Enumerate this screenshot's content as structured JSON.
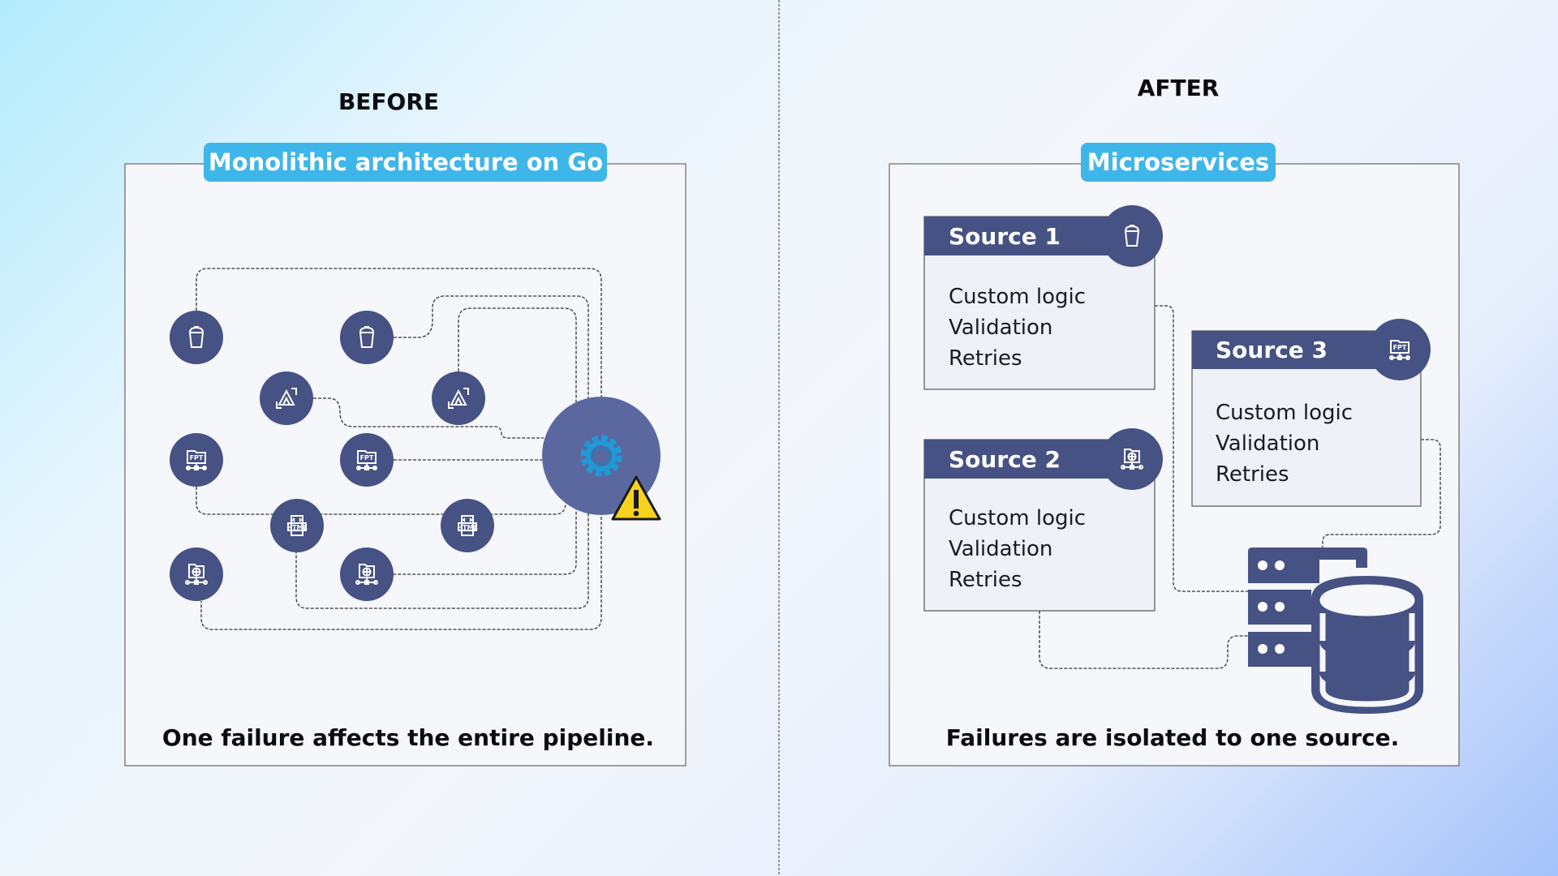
{
  "colors": {
    "navy": "#465283",
    "gear_circle": "#5b68a0",
    "pill": "#3fb6ea",
    "gear": "#1e9ad6",
    "warning": "#f8d21c",
    "panel": "#f5f7fb"
  },
  "before": {
    "heading": "BEFORE",
    "pill": "Monolithic architecture on Go",
    "caption": "One failure affects the entire pipeline.",
    "nodes": [
      "bucket-icon",
      "bucket-icon",
      "drive-icon",
      "drive-icon",
      "ftp-icon",
      "ftp-icon",
      "html-icon",
      "html-icon",
      "web-server-icon",
      "web-server-icon"
    ],
    "center": {
      "icon": "gear-icon",
      "alert": "warning-icon"
    },
    "ftp_label": "FPT",
    "html_label": "HTML"
  },
  "after": {
    "heading": "AFTER",
    "pill": "Microservices",
    "caption": "Failures are isolated to one source.",
    "sources": [
      {
        "title": "Source 1",
        "icon": "bucket-icon",
        "items": [
          "Custom logic",
          "Validation",
          "Retries"
        ]
      },
      {
        "title": "Source 2",
        "icon": "web-server-icon",
        "items": [
          "Custom logic",
          "Validation",
          "Retries"
        ]
      },
      {
        "title": "Source 3",
        "icon": "ftp-icon",
        "items": [
          "Custom logic",
          "Validation",
          "Retries"
        ]
      }
    ],
    "sink": "database-icon"
  }
}
